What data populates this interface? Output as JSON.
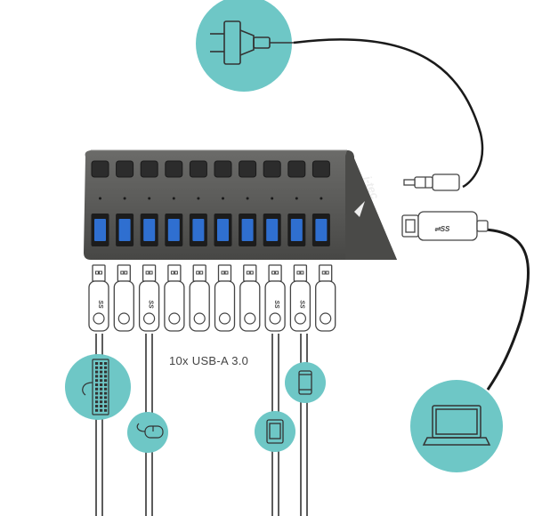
{
  "hub": {
    "brand": "i-tec",
    "port_count": 10,
    "caption": "10x USB-A 3.0"
  },
  "usb_logo_text": "SS",
  "icons": [
    "power-plug-icon",
    "dc-barrel-plug-icon",
    "usb-b-plug-icon",
    "keyboard-icon",
    "mouse-icon",
    "tablet-icon",
    "smartphone-icon",
    "laptop-icon"
  ],
  "colors": {
    "circle_fill": "#6ec7c6",
    "hub_body": "#5a5a58",
    "usb_port_blue": "#2f6fd0",
    "cable": "#1a1a1a",
    "plug_outline": "#444444"
  }
}
